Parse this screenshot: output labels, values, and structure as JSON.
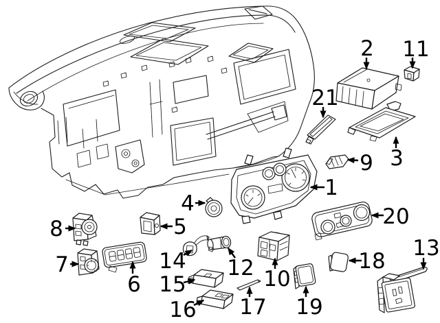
{
  "figure": {
    "kind": "exploded-parts-line-diagram",
    "visible_text_is_numeric_callouts_only": true
  },
  "colors": {
    "background": "#ffffff",
    "line_art": "#1a1a1a",
    "labels": "#000000"
  },
  "callouts": [
    {
      "label": "1"
    },
    {
      "label": "2"
    },
    {
      "label": "3"
    },
    {
      "label": "4"
    },
    {
      "label": "5"
    },
    {
      "label": "6"
    },
    {
      "label": "7"
    },
    {
      "label": "8"
    },
    {
      "label": "9"
    },
    {
      "label": "10"
    },
    {
      "label": "11"
    },
    {
      "label": "12"
    },
    {
      "label": "13"
    },
    {
      "label": "14"
    },
    {
      "label": "15"
    },
    {
      "label": "16"
    },
    {
      "label": "17"
    },
    {
      "label": "18"
    },
    {
      "label": "19"
    },
    {
      "label": "20"
    },
    {
      "label": "21"
    }
  ]
}
